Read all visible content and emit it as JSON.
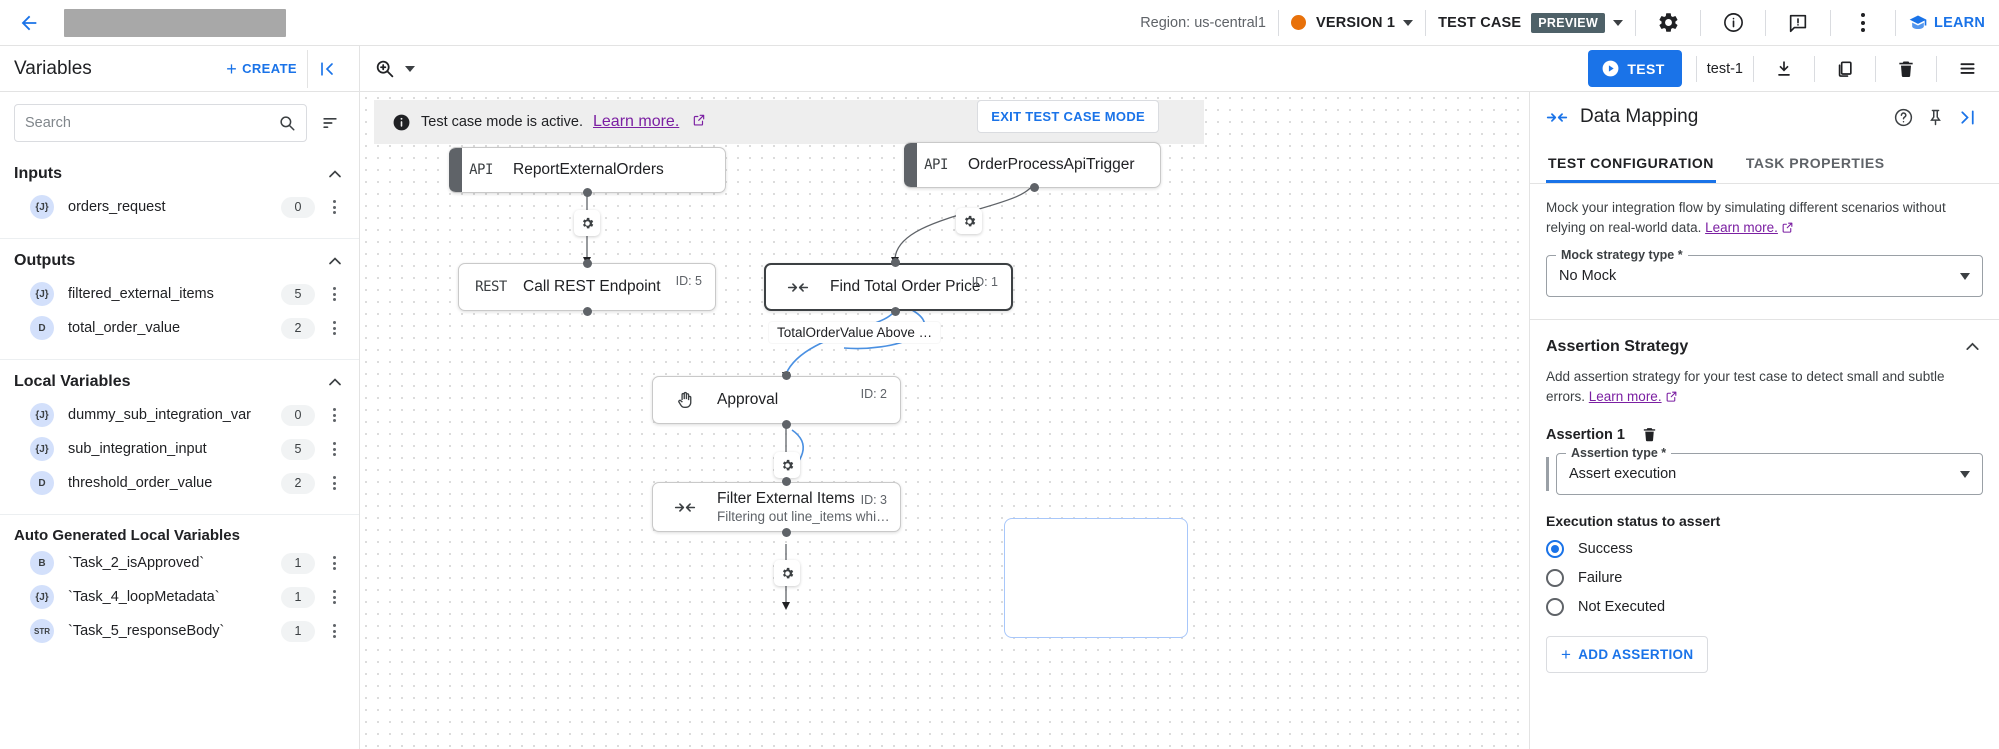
{
  "topbar": {
    "back_icon": "arrow-left-icon",
    "region": "Region: us-central1",
    "version_label": "VERSION 1",
    "version_dot_color": "#e8710a",
    "testcase_label": "TEST CASE",
    "preview_chip": "PREVIEW",
    "icons": [
      "gear-icon",
      "info-icon",
      "feedback-icon",
      "more-vert-icon"
    ],
    "learn_label": "LEARN"
  },
  "subbar": {
    "variables_title": "Variables",
    "create_label": "CREATE",
    "collapse_icon": "collapse-left-icon",
    "zoom_icon": "zoom-in-icon",
    "test_label": "TEST",
    "test_name": "test-1",
    "icons": [
      "download-icon",
      "copy-icon",
      "delete-icon",
      "list-icon"
    ]
  },
  "sidebar": {
    "search": {
      "value": "",
      "placeholder": "Search"
    },
    "sort_icon": "sort-icon",
    "sections": [
      {
        "title": "Inputs",
        "items": [
          {
            "type": "{J}",
            "name": "orders_request",
            "count": "0"
          }
        ]
      },
      {
        "title": "Outputs",
        "items": [
          {
            "type": "{J}",
            "name": "filtered_external_items",
            "count": "5"
          },
          {
            "type": "D",
            "name": "total_order_value",
            "count": "2"
          }
        ]
      },
      {
        "title": "Local Variables",
        "items": [
          {
            "type": "{J}",
            "name": "dummy_sub_integration_var",
            "count": "0"
          },
          {
            "type": "{J}",
            "name": "sub_integration_input",
            "count": "5"
          },
          {
            "type": "D",
            "name": "threshold_order_value",
            "count": "2"
          }
        ]
      },
      {
        "title": "Auto Generated Local Variables",
        "items": [
          {
            "type": "B",
            "name": "`Task_2_isApproved`",
            "count": "1"
          },
          {
            "type": "{J}",
            "name": "`Task_4_loopMetadata`",
            "count": "1"
          },
          {
            "type": "STR",
            "name": "`Task_5_responseBody`",
            "count": "1"
          }
        ]
      }
    ]
  },
  "canvas": {
    "banner": {
      "text": "Test case mode is active.",
      "link": "Learn more.",
      "icon": "info-filled-icon"
    },
    "exit_button": "EXIT TEST CASE MODE",
    "nodes": [
      {
        "icon": "API",
        "title": "ReportExternalOrders",
        "sub": "",
        "id": ""
      },
      {
        "icon": "API",
        "title": "OrderProcessApiTrigger",
        "sub": "",
        "id": ""
      },
      {
        "icon": "REST",
        "title": "Call REST Endpoint",
        "sub": "",
        "id": "ID: 5"
      },
      {
        "icon": "mapping-icon",
        "title": "Find Total Order Price",
        "sub": "",
        "id": "ID: 1"
      },
      {
        "icon": "hand-icon",
        "title": "Approval",
        "sub": "",
        "id": "ID: 2"
      },
      {
        "icon": "mapping-icon",
        "title": "Filter External Items",
        "sub": "Filtering out line_items whi…",
        "id": "ID: 3"
      }
    ],
    "edge_label": "TotalOrderValue Above …"
  },
  "rightpanel": {
    "icon": "mapping-icon",
    "title": "Data Mapping",
    "head_icons": [
      "help-icon",
      "pin-icon",
      "collapse-right-icon"
    ],
    "tabs": [
      {
        "label": "TEST CONFIGURATION",
        "active": true
      },
      {
        "label": "TASK PROPERTIES",
        "active": false
      }
    ],
    "description": "Mock your integration flow by simulating different scenarios without relying on real-world data.",
    "description_link": "Learn more.",
    "mock_field": {
      "label": "Mock strategy type *",
      "value": "No Mock"
    },
    "assertion_section": {
      "title": "Assertion Strategy",
      "description": "Add assertion strategy for your test case to detect small and subtle errors.",
      "description_link": "Learn more.",
      "assertion_label": "Assertion 1",
      "delete_icon": "delete-icon",
      "type_field": {
        "label": "Assertion type *",
        "value": "Assert execution"
      },
      "status_group_label": "Execution status to assert",
      "options": [
        {
          "label": "Success",
          "checked": true
        },
        {
          "label": "Failure",
          "checked": false
        },
        {
          "label": "Not Executed",
          "checked": false
        }
      ],
      "add_label": "ADD ASSERTION"
    }
  }
}
